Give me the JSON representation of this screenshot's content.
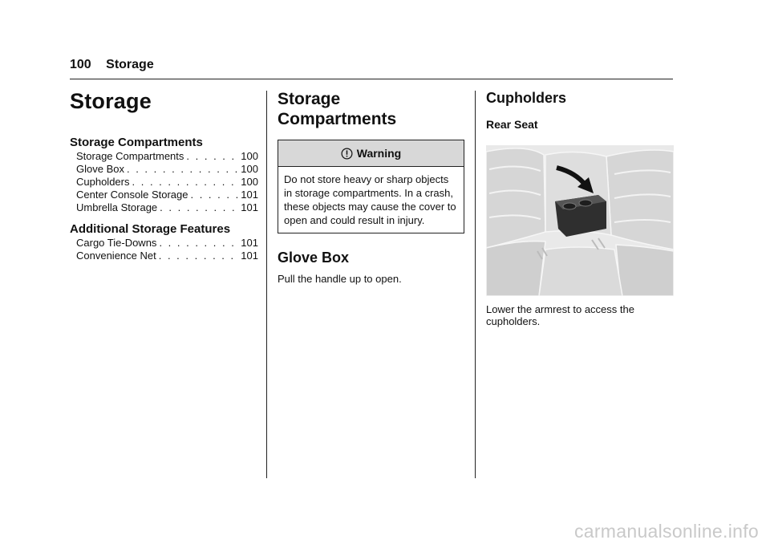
{
  "header": {
    "page_number": "100",
    "section": "Storage"
  },
  "toc": {
    "title": "Storage",
    "sections": [
      {
        "heading": "Storage Compartments",
        "entries": [
          {
            "text": "Storage Compartments",
            "page": "100"
          },
          {
            "text": "Glove Box",
            "page": "100"
          },
          {
            "text": "Cupholders",
            "page": "100"
          },
          {
            "text": "Center Console Storage",
            "page": "101"
          },
          {
            "text": "Umbrella Storage",
            "page": "101"
          }
        ]
      },
      {
        "heading": "Additional Storage Features",
        "entries": [
          {
            "text": "Cargo Tie-Downs",
            "page": "101"
          },
          {
            "text": "Convenience Net",
            "page": "101"
          }
        ]
      }
    ]
  },
  "storage_compartments": {
    "title_line1": "Storage",
    "title_line2": "Compartments",
    "warning": {
      "label": "Warning",
      "text": "Do not store heavy or sharp objects in storage compartments. In a crash, these objects may cause the cover to open and could result in injury."
    }
  },
  "glove_box": {
    "title": "Glove Box",
    "text": "Pull the handle up to open."
  },
  "cupholders": {
    "title": "Cupholders",
    "subtitle": "Rear Seat",
    "caption": "Lower the armrest to access the cupholders."
  },
  "watermark": "carmanualsonline.info"
}
